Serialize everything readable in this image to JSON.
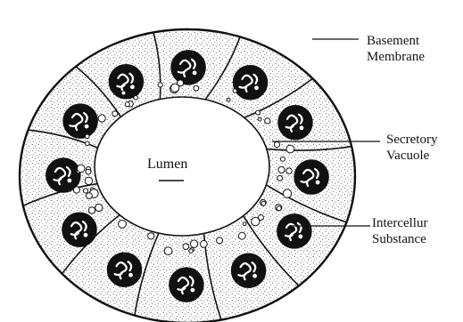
{
  "diagram": {
    "labels": {
      "lumen": "Lumen",
      "basement_membrane": [
        "Basement",
        "Membrane"
      ],
      "secretory_vacuole": [
        "Secretory",
        "Vacuole"
      ],
      "intercellular_substance": [
        "Intercellur",
        "Substance"
      ]
    },
    "cell_count": 12,
    "colors": {
      "ink": "#111111",
      "paper": "#ffffff"
    }
  }
}
